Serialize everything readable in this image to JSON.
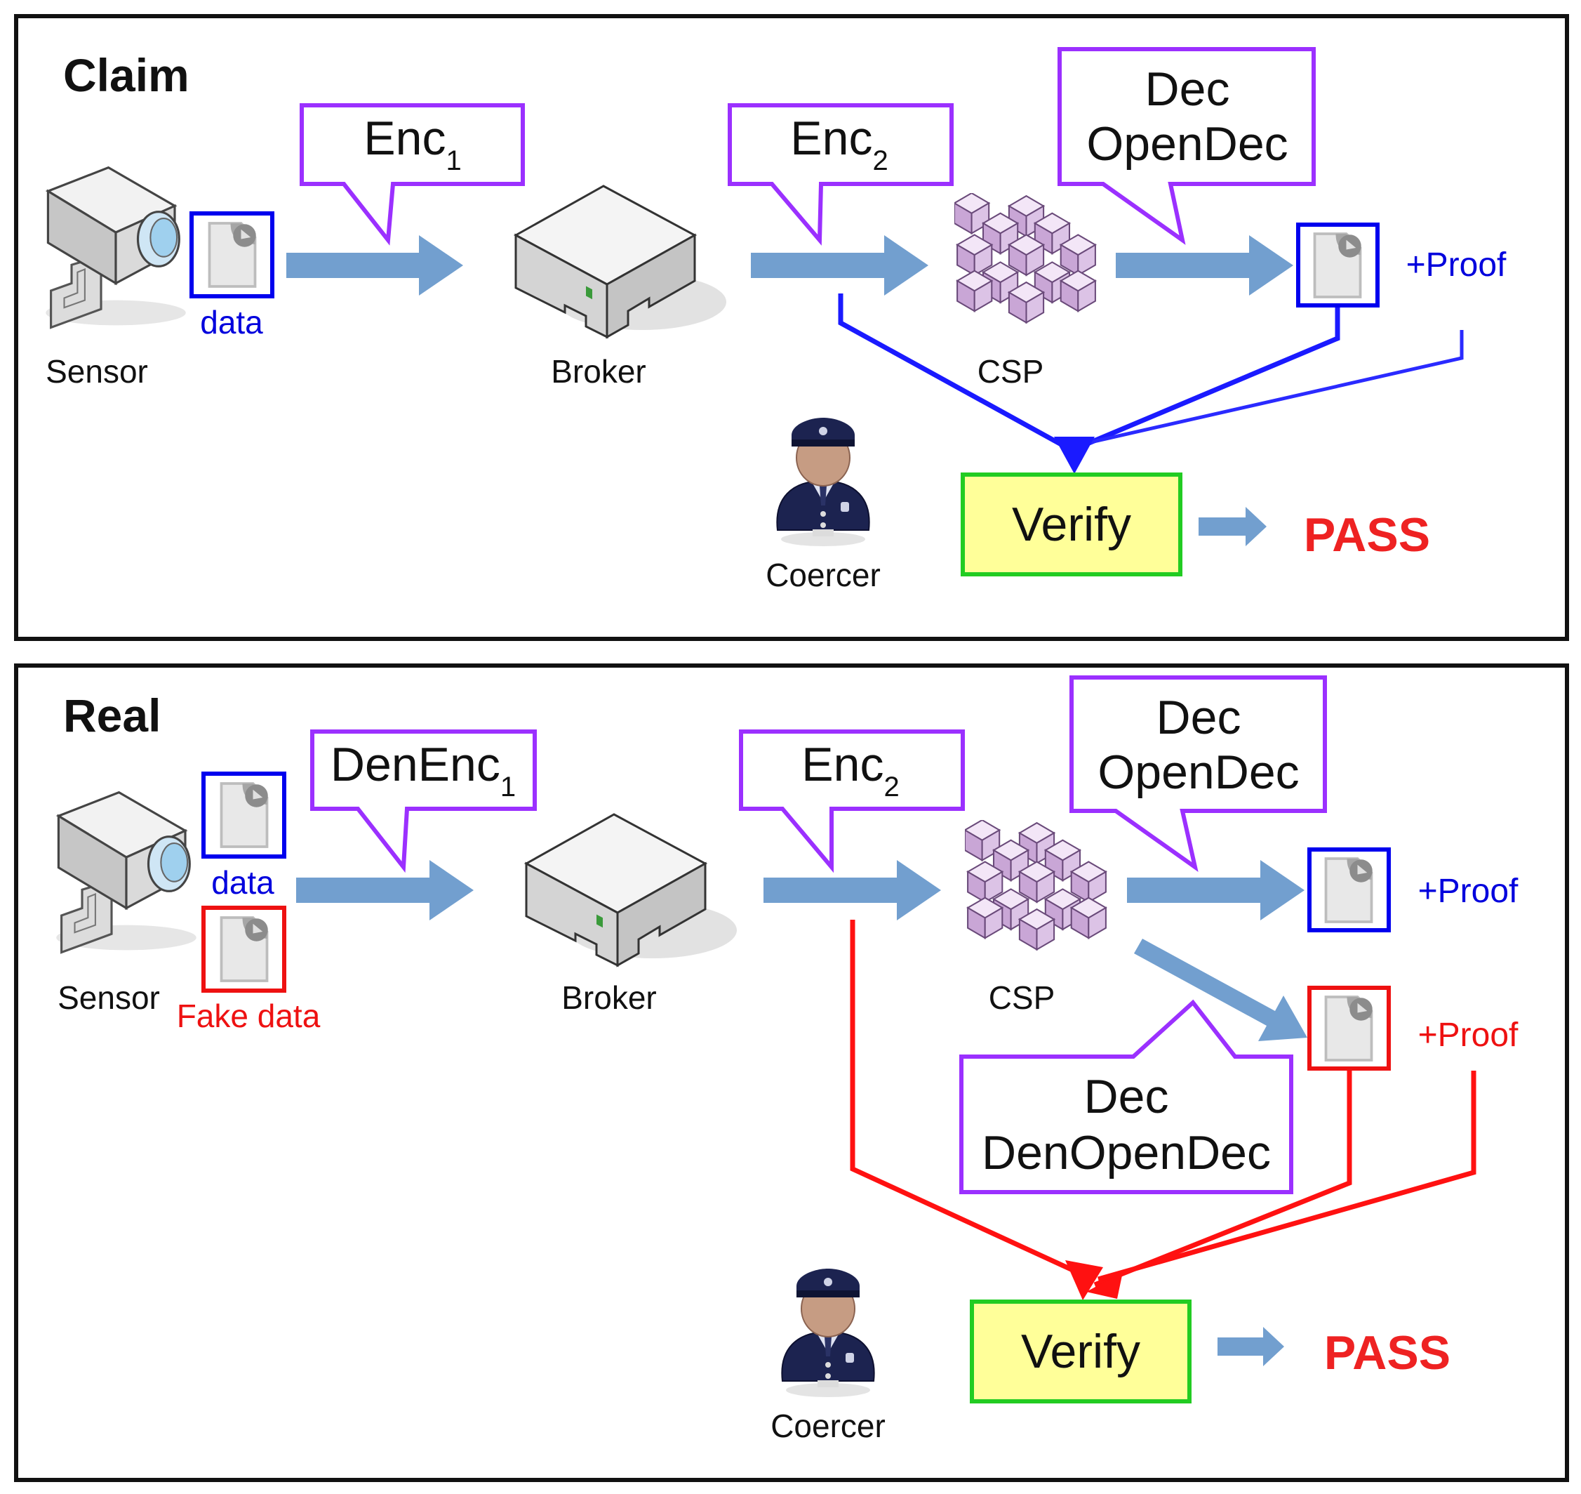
{
  "colors": {
    "arrow_fill": "#729fcf",
    "callout_border": "#9b30ff",
    "doc_border_blue": "#0000ee",
    "doc_border_red": "#ee1111",
    "line_blue": "#1a1aff",
    "line_red": "#ff1111",
    "verify_fill": "#ffff99",
    "verify_border": "#22cc22",
    "pass": "#ee2222",
    "label_blue": "#0000dd",
    "label_red": "#ee1111"
  },
  "panels": [
    {
      "title": "Claim",
      "sensor_label": "Sensor",
      "data_label": "data",
      "enc1": {
        "main": "Enc",
        "sub": "1"
      },
      "broker_label": "Broker",
      "enc2": {
        "main": "Enc",
        "sub": "2"
      },
      "csp_label": "CSP",
      "dec": {
        "line1": "Dec",
        "line2": "OpenDec"
      },
      "proof_label": "+Proof",
      "coercer_label": "Coercer",
      "verify_label": "Verify",
      "result_label": "PASS"
    },
    {
      "title": "Real",
      "sensor_label": "Sensor",
      "data_label": "data",
      "fake_data_label": "Fake data",
      "enc1": {
        "main": "DenEnc",
        "sub": "1"
      },
      "broker_label": "Broker",
      "enc2": {
        "main": "Enc",
        "sub": "2"
      },
      "csp_label": "CSP",
      "dec": {
        "line1": "Dec",
        "line2": "OpenDec"
      },
      "dec_deniable": {
        "line1": "Dec",
        "line2": "DenOpenDec"
      },
      "proof_label": "+Proof",
      "fake_proof_label": "+Proof",
      "coercer_label": "Coercer",
      "verify_label": "Verify",
      "result_label": "PASS"
    }
  ],
  "icons": {
    "sensor": "security-camera-icon",
    "broker": "server-icon",
    "csp": "cube-cluster-icon",
    "coercer": "police-officer-icon",
    "document": "document-icon"
  }
}
